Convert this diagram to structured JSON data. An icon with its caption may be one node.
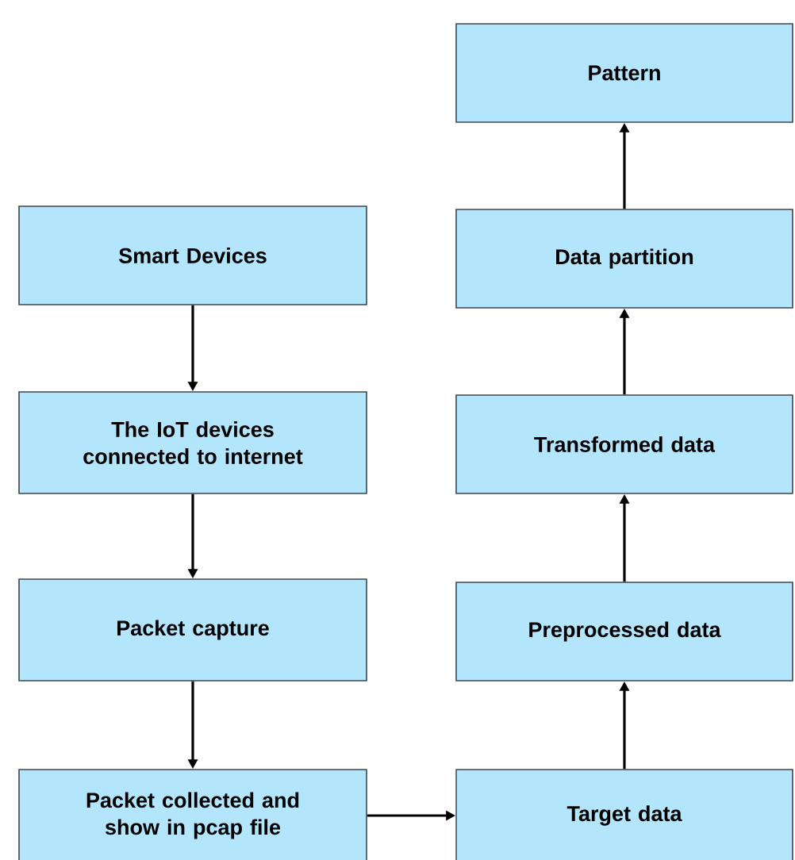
{
  "diagram": {
    "nodes": [
      {
        "text": [
          "Smart Devices"
        ]
      },
      {
        "text": [
          "The IoT devices connected to internet"
        ]
      },
      {
        "text": [
          "Packet capture"
        ]
      },
      {
        "text": [
          "Packet collected and show in pcap file"
        ]
      },
      {
        "text": [
          "Pattern"
        ]
      },
      {
        "text": [
          "Data partition"
        ]
      },
      {
        "text": [
          "Transformed data"
        ]
      },
      {
        "text": [
          "Preprocessed data"
        ]
      },
      {
        "text": [
          "Target data"
        ]
      }
    ],
    "edges": [
      {
        "from": 0,
        "to": 1,
        "arrow": "to"
      },
      {
        "from": 1,
        "to": 2,
        "arrow": "to"
      },
      {
        "from": 2,
        "to": 3,
        "arrow": "to"
      },
      {
        "from": 3,
        "to": 8,
        "arrow": "to"
      },
      {
        "from": 8,
        "to": 7,
        "arrow": "to"
      },
      {
        "from": 7,
        "to": 6,
        "arrow": "to"
      },
      {
        "from": 6,
        "to": 5,
        "arrow": "to"
      },
      {
        "from": 5,
        "to": 4,
        "arrow": "to"
      }
    ]
  }
}
